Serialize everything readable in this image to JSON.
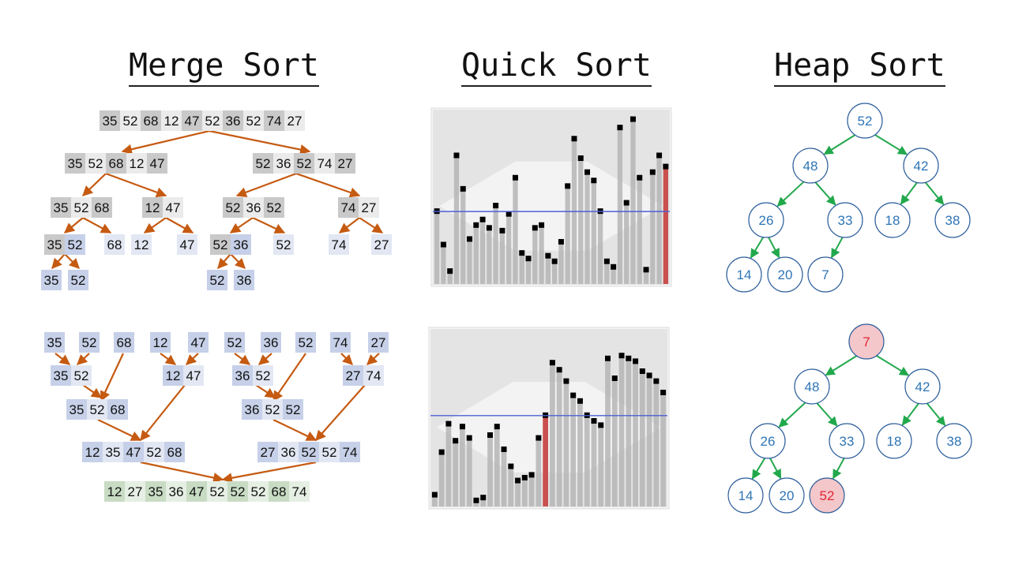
{
  "titles": {
    "merge": "Merge Sort",
    "quick": "Quick Sort",
    "heap": "Heap Sort"
  },
  "colors": {
    "dark_gray": "#c9c9c9",
    "light_gray": "#ebebeb",
    "dark_blue": "#c6d0e8",
    "light_blue": "#e2e7f3",
    "dark_green": "#c8dcc4",
    "light_green": "#e6efe3",
    "merge_arrow": "#c55a11",
    "heap_edge": "#22a84c",
    "node_stroke": "#2e5f9c",
    "node_text": "#2e75b6",
    "highlight_fill": "#f4c7cb",
    "highlight_text": "#e0262f",
    "bar": "#b5b5b5",
    "pivot_bar": "#c9504f",
    "pivot_line": "#4f5fd8"
  },
  "merge_split": {
    "rows": [
      {
        "groups": [
          [
            "35",
            "52",
            "68",
            "12",
            "47",
            "52",
            "36",
            "52",
            "74",
            "27"
          ]
        ]
      },
      {
        "groups": [
          [
            "35",
            "52",
            "68",
            "12",
            "47"
          ],
          [
            "52",
            "36",
            "52",
            "74",
            "27"
          ]
        ]
      },
      {
        "groups": [
          [
            "35",
            "52",
            "68"
          ],
          [
            "12",
            "47"
          ],
          [
            "52",
            "36",
            "52"
          ],
          [
            "74",
            "27"
          ]
        ]
      },
      {
        "groups": [
          [
            "35",
            "52"
          ],
          [
            "68"
          ],
          [
            "12"
          ],
          [
            "47"
          ],
          [
            "52",
            "36"
          ],
          [
            "52"
          ],
          [
            "74"
          ],
          [
            "27"
          ]
        ]
      },
      {
        "groups": [
          [
            "35"
          ],
          [
            "52"
          ],
          [
            "52"
          ],
          [
            "36"
          ]
        ]
      }
    ]
  },
  "merge_join": {
    "rows": [
      {
        "groups": [
          [
            "35"
          ],
          [
            "52"
          ],
          [
            "68"
          ],
          [
            "12"
          ],
          [
            "47"
          ],
          [
            "52"
          ],
          [
            "36"
          ],
          [
            "52"
          ],
          [
            "74"
          ],
          [
            "27"
          ]
        ]
      },
      {
        "groups": [
          [
            "35",
            "52"
          ],
          [
            "12",
            "47"
          ],
          [
            "36",
            "52"
          ],
          [
            "27",
            "74"
          ]
        ]
      },
      {
        "groups": [
          [
            "35",
            "52",
            "68"
          ],
          [
            "36",
            "52",
            "52"
          ]
        ]
      },
      {
        "groups": [
          [
            "12",
            "35",
            "47",
            "52",
            "68"
          ],
          [
            "27",
            "36",
            "52",
            "52",
            "74"
          ]
        ]
      },
      {
        "groups": [
          [
            "12",
            "27",
            "35",
            "36",
            "47",
            "52",
            "52",
            "52",
            "68",
            "74"
          ]
        ]
      }
    ]
  },
  "quick_sort": {
    "before": {
      "values": [
        52,
        28,
        9,
        92,
        68,
        32,
        42,
        46,
        40,
        56,
        38,
        50,
        76,
        22,
        18,
        40,
        42,
        20,
        16,
        30,
        70,
        104,
        90,
        80,
        74,
        52,
        16,
        12,
        112,
        58,
        118,
        76,
        10,
        80,
        92,
        84
      ],
      "pivot": 52
    },
    "after": {
      "values": [
        8,
        38,
        58,
        46,
        56,
        48,
        4,
        6,
        50,
        56,
        40,
        28,
        18,
        20,
        22,
        48,
        64,
        101,
        96,
        88,
        78,
        74,
        64,
        60,
        57,
        104,
        90,
        106,
        104,
        102,
        95,
        92,
        88,
        80
      ]
    }
  },
  "heap_sort": {
    "before": {
      "nodes": [
        "52",
        "48",
        "42",
        "26",
        "33",
        "18",
        "38",
        "14",
        "20",
        "7"
      ]
    },
    "after": {
      "nodes": [
        "7",
        "48",
        "42",
        "26",
        "33",
        "18",
        "38",
        "14",
        "20",
        "52"
      ],
      "highlighted": [
        0,
        9
      ]
    }
  }
}
